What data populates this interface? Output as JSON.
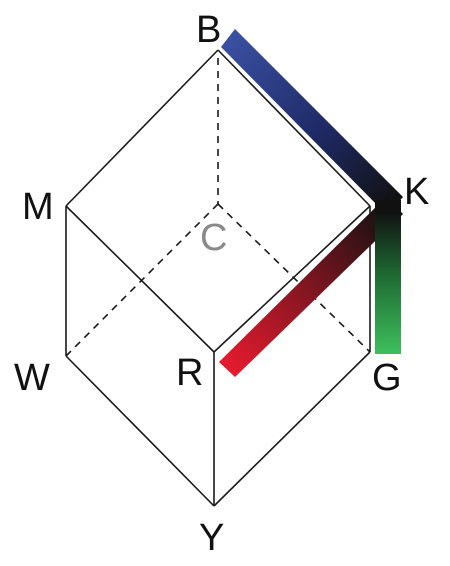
{
  "vertices": {
    "B": {
      "label": "B"
    },
    "M": {
      "label": "M"
    },
    "C": {
      "label": "C"
    },
    "K": {
      "label": "K"
    },
    "W": {
      "label": "W"
    },
    "R": {
      "label": "R"
    },
    "G": {
      "label": "G"
    },
    "Y": {
      "label": "Y"
    }
  },
  "colors": {
    "blue": "#3a4fa0",
    "black": "#111111",
    "red": "#e21b2e",
    "green": "#3dbd5b",
    "hidden_label": "#8a8a8a",
    "edge": "#1a1a1a"
  }
}
